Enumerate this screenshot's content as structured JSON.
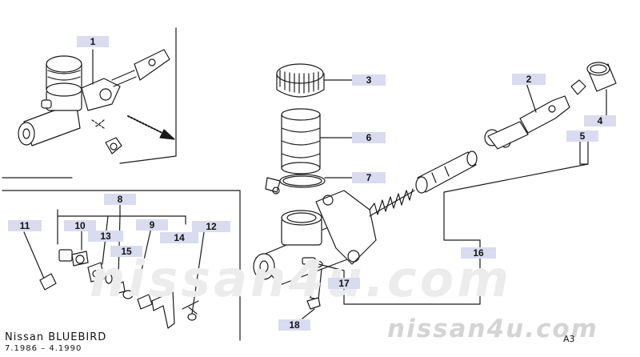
{
  "diagram": {
    "callouts": [
      {
        "id": "c1",
        "text": "1"
      },
      {
        "id": "c2",
        "text": "2"
      },
      {
        "id": "c3",
        "text": "3"
      },
      {
        "id": "c4",
        "text": "4"
      },
      {
        "id": "c5",
        "text": "5"
      },
      {
        "id": "c6",
        "text": "6"
      },
      {
        "id": "c7",
        "text": "7"
      },
      {
        "id": "c8",
        "text": "8"
      },
      {
        "id": "c9",
        "text": "9"
      },
      {
        "id": "c10",
        "text": "10"
      },
      {
        "id": "c11",
        "text": "11"
      },
      {
        "id": "c12",
        "text": "12"
      },
      {
        "id": "c13",
        "text": "13"
      },
      {
        "id": "c14",
        "text": "14"
      },
      {
        "id": "c15",
        "text": "15"
      },
      {
        "id": "c16",
        "text": "16"
      },
      {
        "id": "c17",
        "text": "17"
      },
      {
        "id": "c18",
        "text": "18"
      }
    ],
    "footer": {
      "model": "Nissan  BLUEBIRD",
      "years": "7.1986  –  4.1990",
      "ref": "A3"
    },
    "watermark": "nissan4u.com",
    "colors": {
      "line": "#1a1a1a",
      "label_bg": "#d9dcef",
      "watermark": "#d4d4d4"
    }
  }
}
